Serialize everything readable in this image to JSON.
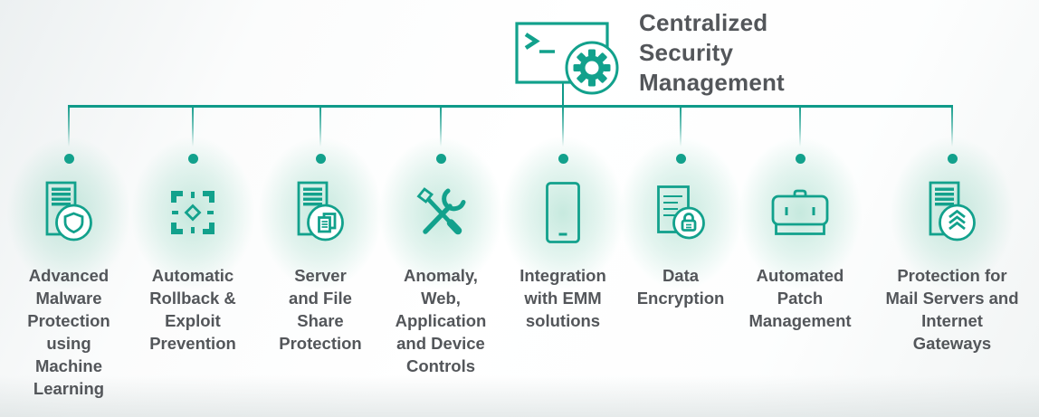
{
  "header": {
    "title": "Centralized\nSecurity\nManagement",
    "icon": "terminal-gear-icon"
  },
  "colors": {
    "brand_teal": "#12A18C",
    "connector_teal": "#0F9A89",
    "text_gray": "#53565A",
    "glow_mint": "#D8EFE7",
    "background": "#FFFFFF"
  },
  "columns": [
    {
      "icon": "server-shield-icon",
      "label": "Advanced\nMalware\nProtection\nusing\nMachine\nLearning"
    },
    {
      "icon": "exploit-prevention-icon",
      "label": "Automatic\nRollback &\nExploit\nPrevention"
    },
    {
      "icon": "server-file-share-icon",
      "label": "Server\nand File\nShare\nProtection"
    },
    {
      "icon": "tools-icon",
      "label": "Anomaly,\nWeb,\nApplication\nand Device\nControls"
    },
    {
      "icon": "mobile-device-icon",
      "label": "Integration\nwith EMM\nsolutions"
    },
    {
      "icon": "document-lock-icon",
      "label": "Data\nEncryption"
    },
    {
      "icon": "briefcase-icon",
      "label": "Automated\nPatch\nManagement"
    },
    {
      "icon": "server-upgrade-icon",
      "label": "Protection for\nMail Servers and\nInternet\nGateways"
    }
  ]
}
